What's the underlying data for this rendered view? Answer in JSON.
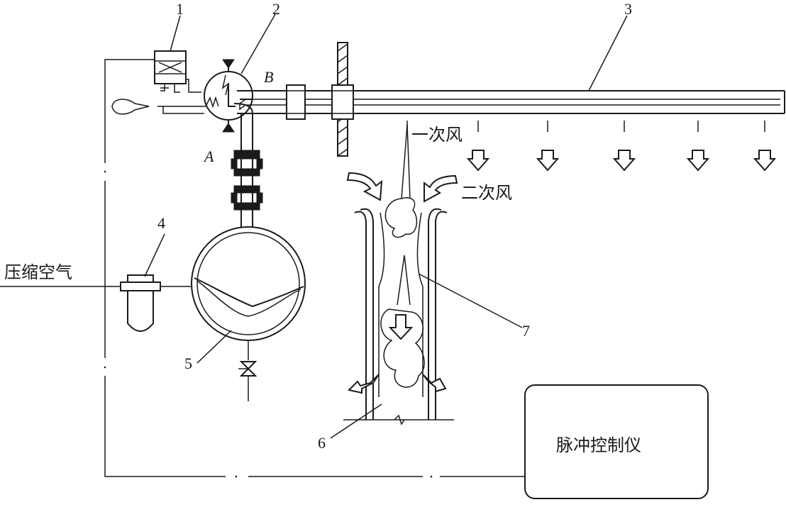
{
  "labels": {
    "n1": "1",
    "n2": "2",
    "n3": "3",
    "n4": "4",
    "n5": "5",
    "n6": "6",
    "n7": "7",
    "point_a": "A",
    "point_b": "B",
    "primary_air": "一次风",
    "secondary_air": "二次风",
    "compressed_air": "压缩空气",
    "controller": "脉冲控制仪"
  }
}
